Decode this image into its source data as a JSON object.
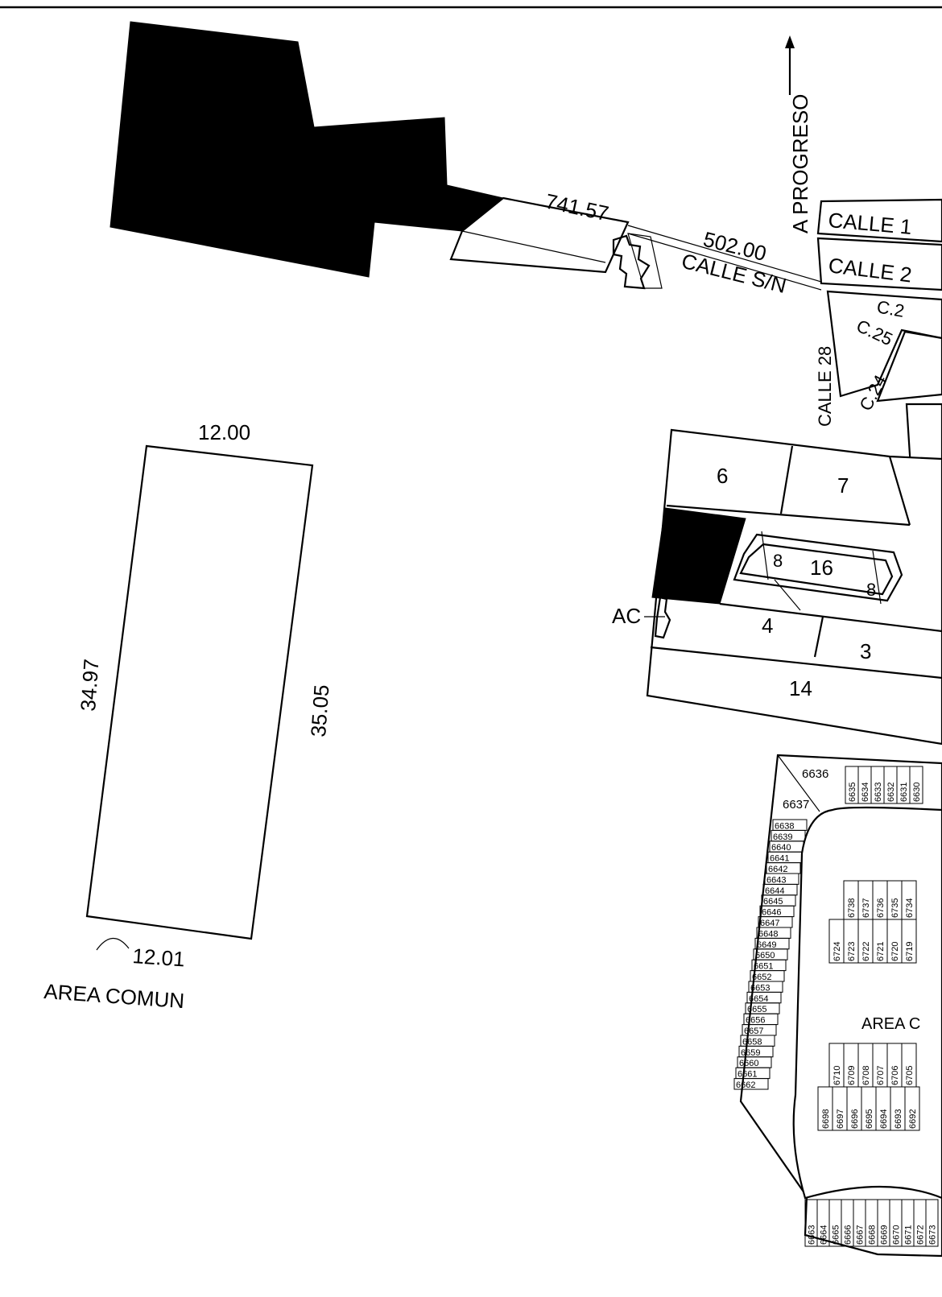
{
  "map": {
    "dimensions": {
      "road_length_1": "741.57",
      "road_length_2": "502.00",
      "top_width": "12.00",
      "left_depth": "34.97",
      "right_depth": "35.05",
      "bottom_width": "12.01"
    },
    "labels": {
      "a_progreso": "A PROGRESO",
      "calle_sn": "CALLE S/N",
      "calle_19": "CALLE 1",
      "calle_2x": "CALLE 2",
      "c_23": "C.2",
      "c_25": "C.25",
      "c_24": "C.24",
      "calle_28": "CALLE 28",
      "area_comun": "AREA COMUN",
      "area_comun_partial": "AREA C",
      "ac": "AC"
    },
    "blocks": {
      "b6": "6",
      "b7": "7",
      "b16": "16",
      "b8a": "8",
      "b8b": "8",
      "b4": "4",
      "b3": "3",
      "b14": "14"
    },
    "lots": {
      "top": [
        "6636",
        "6637",
        "6635",
        "6634",
        "6633",
        "6632",
        "6631",
        "6630"
      ],
      "left_column": [
        "6638",
        "6639",
        "6640",
        "6641",
        "6642",
        "6643",
        "6644",
        "6645",
        "6646",
        "6647",
        "6648",
        "6649",
        "6650",
        "6651",
        "6652",
        "6653",
        "6654",
        "6655",
        "6656",
        "6657",
        "6658",
        "6659",
        "6660",
        "6661",
        "6662"
      ],
      "upper_inner_a": [
        "6738",
        "6737",
        "6736",
        "6735",
        "6734"
      ],
      "upper_inner_b": [
        "6724",
        "6723",
        "6722",
        "6721",
        "6720",
        "6719"
      ],
      "lower_inner_a": [
        "6710",
        "6709",
        "6708",
        "6707",
        "6706",
        "6705"
      ],
      "lower_inner_b": [
        "6698",
        "6697",
        "6696",
        "6695",
        "6694",
        "6693",
        "6692"
      ],
      "bottom_row": [
        "6663",
        "6664",
        "6665",
        "6666",
        "6667",
        "6668",
        "6669",
        "6670",
        "6671",
        "6672",
        "6673"
      ]
    }
  }
}
